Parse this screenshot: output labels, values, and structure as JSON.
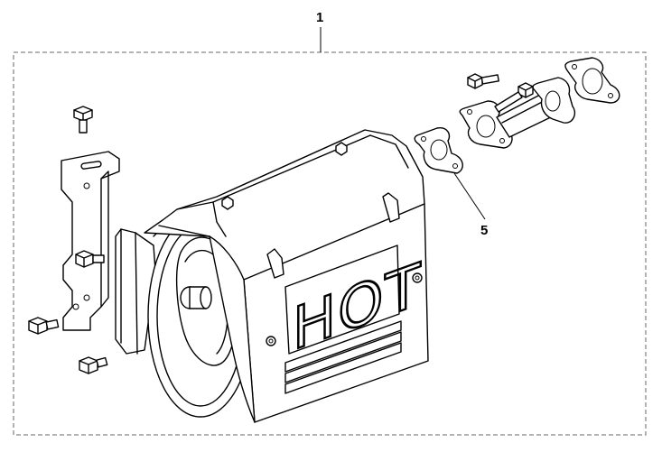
{
  "callouts": {
    "assembly": "1",
    "gasket": "5"
  },
  "guard": {
    "label": "HOT"
  },
  "colors": {
    "line": "#000000",
    "background": "#ffffff",
    "border": "#888888"
  }
}
